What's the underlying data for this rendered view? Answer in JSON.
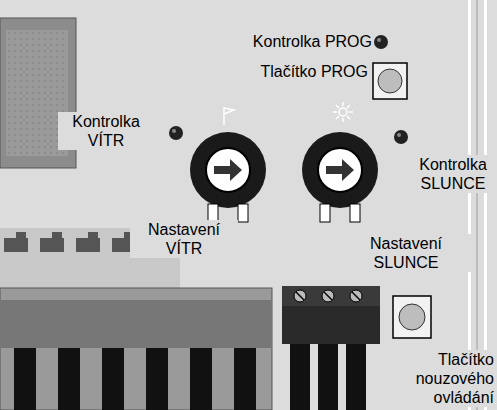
{
  "diagram": {
    "labels": [
      "Kontrolka PROG",
      "Tlačítko PROG",
      "Kontrolka VÍTR",
      "Nastavení VÍTR",
      "Kontrolka SLUNCE",
      "Nastavení SLUNCE",
      "Tlačítko nouzového ovládání"
    ]
  }
}
